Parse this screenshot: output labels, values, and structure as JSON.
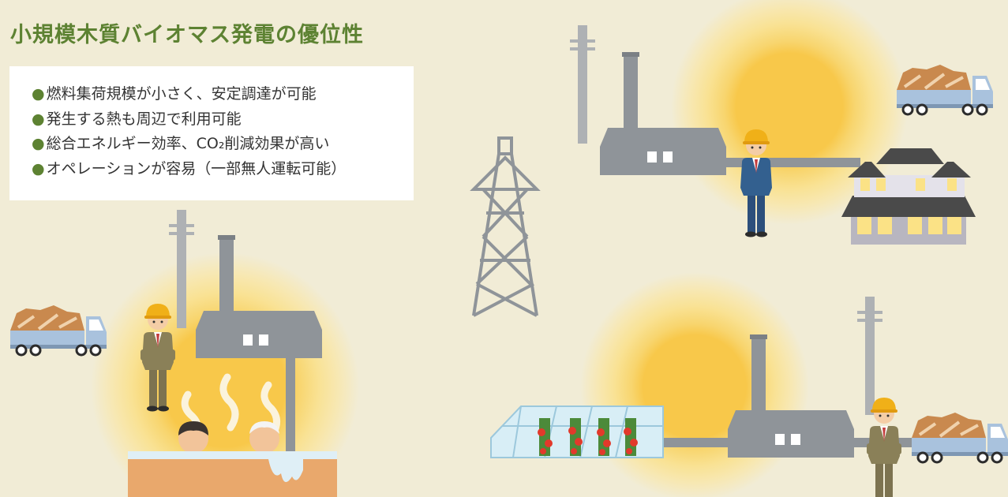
{
  "title": "小規模木質バイオマス発電の優位性",
  "benefits": [
    {
      "bullet": "●",
      "text": "燃料集荷規模が小さく、安定調達が可能"
    },
    {
      "bullet": "●",
      "text": "発生する熱も周辺で利用可能"
    },
    {
      "bullet": "●",
      "text": "総合エネルギー効率、CO₂削減効果が高い"
    },
    {
      "bullet": "●",
      "text": "オペレーションが容易（一部無人運転可能）"
    }
  ],
  "colors": {
    "background": "#f1ecd6",
    "title_green": "#5d8232",
    "plant_gray": "#8f9499",
    "heat_glow": "#f8c84a",
    "truck_blue": "#a9c2dd",
    "wood": "#c9894e",
    "bath_tub": "#e9a86c",
    "greenhouse": "#d8eef6",
    "tomato_red": "#e2392b",
    "helmet": "#f0b018"
  },
  "icons": [
    "power-plant-icon",
    "transmission-tower-icon",
    "wood-truck-icon",
    "worker-icon",
    "hot-spring-bath-icon",
    "greenhouse-icon",
    "traditional-inn-icon",
    "heat-glow-icon"
  ]
}
